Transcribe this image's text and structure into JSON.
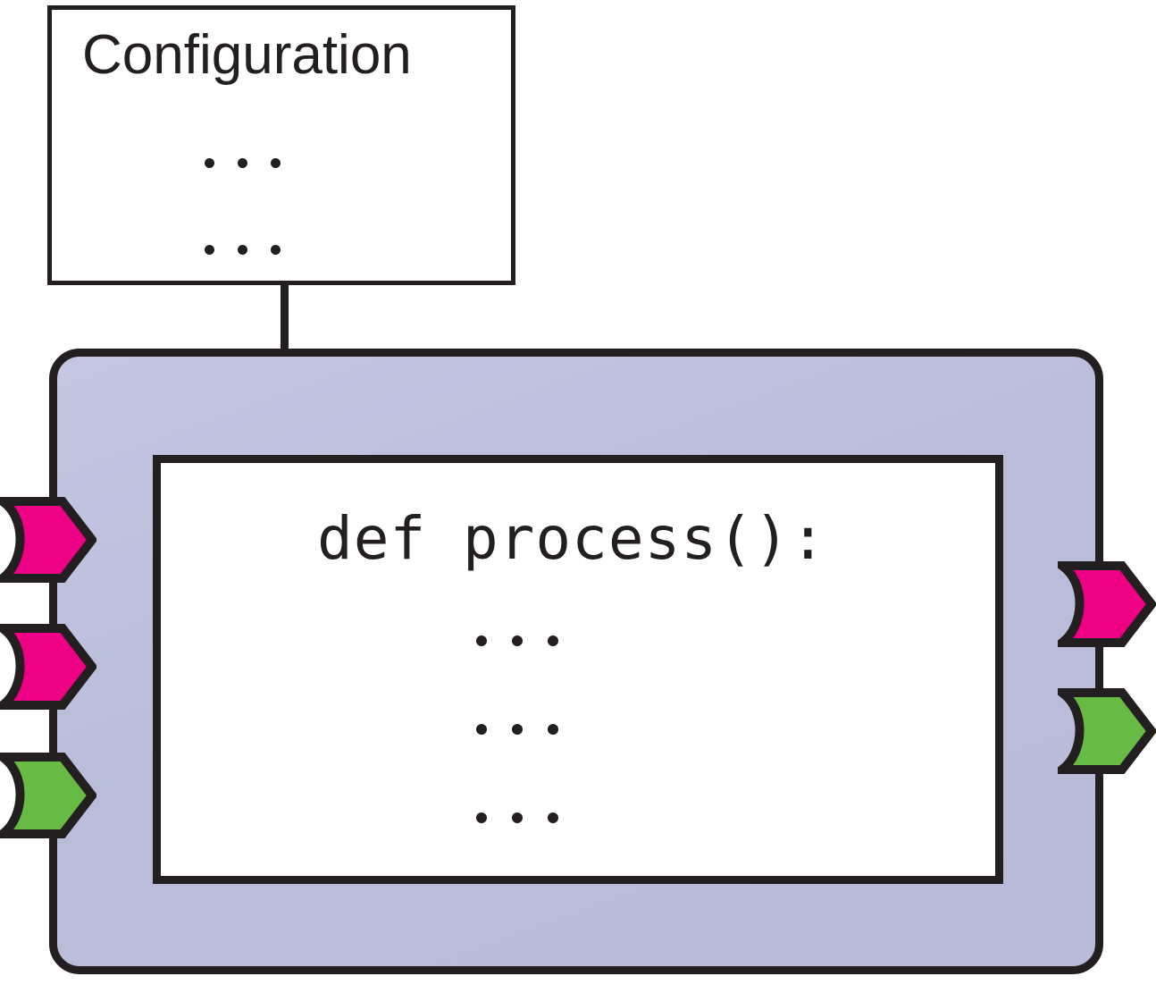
{
  "diagram": {
    "title": "Component block diagram with configuration and ports",
    "colors": {
      "outline": "#231f20",
      "component_fill": "#bbbed9",
      "port_input_primary": "#ed0084",
      "port_secondary": "#67bb45",
      "box_fill": "#ffffff"
    }
  },
  "configuration_box": {
    "label": "Configuration",
    "ellipsis_rows": [
      {
        "name": "config-ellipsis-1",
        "text": "..."
      },
      {
        "name": "config-ellipsis-2",
        "text": "..."
      }
    ]
  },
  "connector": {
    "name": "configuration-to-component-connector",
    "orientation": "vertical"
  },
  "component": {
    "name": "component-body",
    "shape": "rounded-rectangle"
  },
  "code_box": {
    "code_line": "def process():",
    "ellipsis_rows": [
      {
        "name": "code-ellipsis-1",
        "text": "..."
      },
      {
        "name": "code-ellipsis-2",
        "text": "..."
      },
      {
        "name": "code-ellipsis-3",
        "text": "..."
      }
    ]
  },
  "ports": {
    "inputs": [
      {
        "name": "input-port-1",
        "color": "#ed0084",
        "kind": "data"
      },
      {
        "name": "input-port-2",
        "color": "#ed0084",
        "kind": "data"
      },
      {
        "name": "input-port-3",
        "color": "#67bb45",
        "kind": "control"
      }
    ],
    "outputs": [
      {
        "name": "output-port-1",
        "color": "#ed0084",
        "kind": "data"
      },
      {
        "name": "output-port-2",
        "color": "#67bb45",
        "kind": "control"
      }
    ]
  }
}
